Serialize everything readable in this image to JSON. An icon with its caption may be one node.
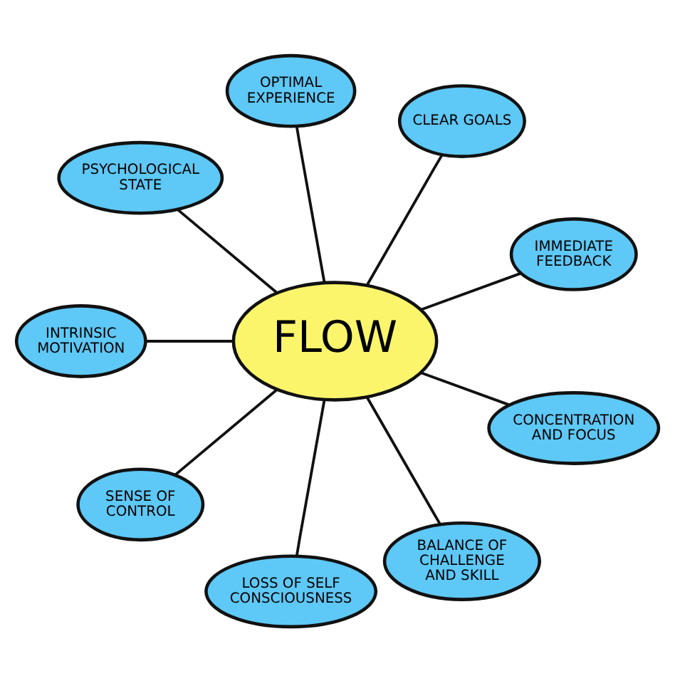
{
  "diagram": {
    "nodes": [
      {
        "text": [
          "PSYCHOLOGICAL STATE"
        ]
      },
      {
        "text": [
          "OPTIMAL EXPERIENCE"
        ]
      },
      {
        "text": [
          "CLEAR GOALS"
        ]
      },
      {
        "text": [
          "INTRINSIC MOTIVATION"
        ]
      },
      {
        "text": [
          "FLOW"
        ]
      },
      {
        "text": [
          "IMMEDIATE FEEDBACK"
        ]
      },
      {
        "text": [
          "SENSE OF CONTROL"
        ]
      },
      {
        "text": [
          "CONCENTRATION AND FOCUS"
        ]
      },
      {
        "text": [
          "LOSS OF SELF CONSCIOUSNESS"
        ]
      },
      {
        "text": [
          "BALANCE OF CHALLENGE AND SKILL"
        ]
      }
    ],
    "edges": [
      {
        "from": 4,
        "to": 0,
        "arrow": "none"
      },
      {
        "from": 4,
        "to": 1,
        "arrow": "none"
      },
      {
        "from": 4,
        "to": 2,
        "arrow": "none"
      },
      {
        "from": 4,
        "to": 3,
        "arrow": "none"
      },
      {
        "from": 4,
        "to": 5,
        "arrow": "none"
      },
      {
        "from": 4,
        "to": 6,
        "arrow": "none"
      },
      {
        "from": 4,
        "to": 7,
        "arrow": "none"
      },
      {
        "from": 4,
        "to": 8,
        "arrow": "none"
      },
      {
        "from": 4,
        "to": 9,
        "arrow": "none"
      }
    ]
  }
}
